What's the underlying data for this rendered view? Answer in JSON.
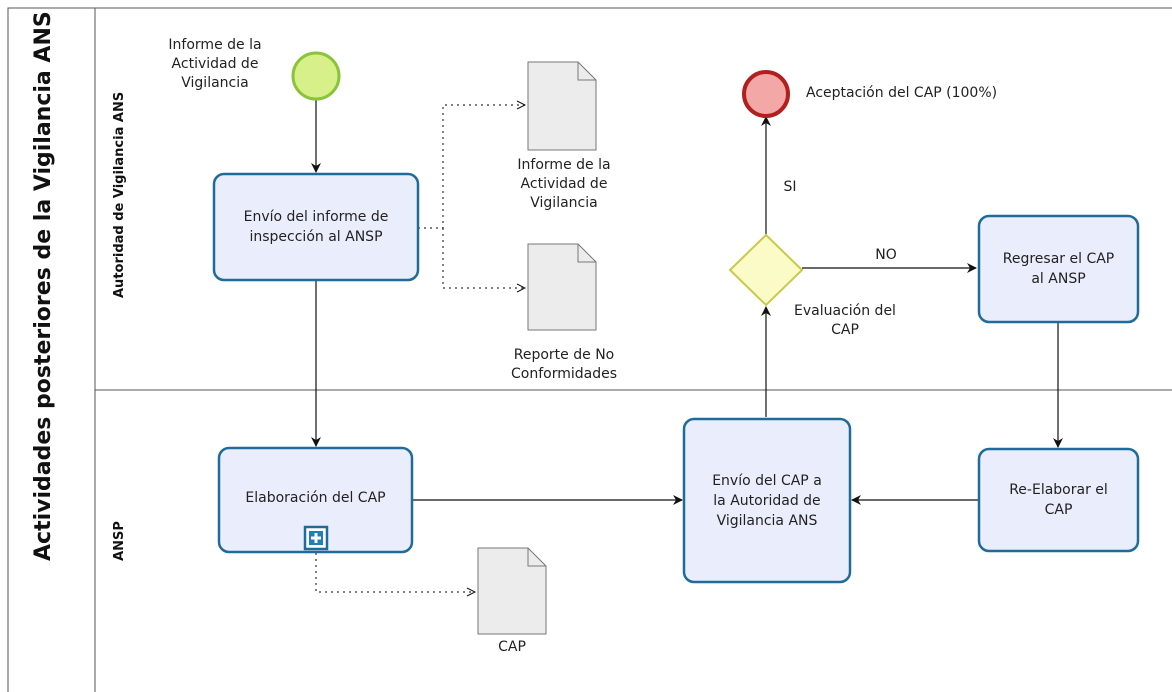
{
  "pool": {
    "title": "Actividades posteriores de la Vigilancia ANS"
  },
  "lanes": {
    "top": "Autoridad de Vigilancia ANS",
    "bottom": "ANSP"
  },
  "events": {
    "start_label": "Informe de la\nActividad de\nVigilancia",
    "end_label": "Aceptación del CAP (100%)"
  },
  "tasks": {
    "envio_informe": "Envío del informe de\ninspección al ANSP",
    "elaboracion": "Elaboración del CAP",
    "envio_cap": "Envío del CAP a\nla Autoridad de\nVigilancia ANS",
    "regresar": "Regresar el CAP\nal ANSP",
    "reelaborar": "Re-Elaborar el\nCAP"
  },
  "gateway": {
    "label": "Evaluación del\nCAP",
    "yes": "SI",
    "no": "NO"
  },
  "documents": {
    "informe": "Informe de la\nActividad de\nVigilancia",
    "reporte": "Reporte de No\nConformidades",
    "cap": "CAP"
  },
  "colors": {
    "task_fill": "#eaeefc",
    "task_stroke": "#1f6b9a",
    "start_fill": "#d7f08a",
    "start_stroke": "#8ac43a",
    "end_fill": "#f4a7a7",
    "end_stroke": "#b21f1f",
    "gateway_fill": "#fbfbc8",
    "gateway_stroke": "#c9c94a",
    "doc_fill": "#ececec"
  }
}
